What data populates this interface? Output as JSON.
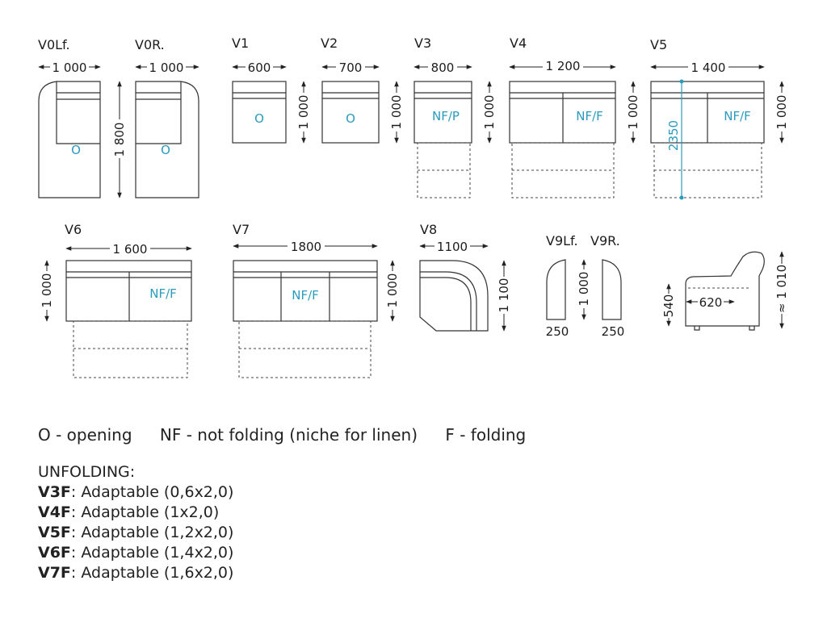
{
  "modules": {
    "v0lf": {
      "code": "V0Lf.",
      "width": "1 000",
      "mark": "O"
    },
    "v0r": {
      "code": "V0R.",
      "width": "1 000",
      "mark": "O"
    },
    "v0_depth": "1 800",
    "v1": {
      "code": "V1",
      "width": "600",
      "depth": "1 000",
      "mark": "O"
    },
    "v2": {
      "code": "V2",
      "width": "700",
      "depth": "1 000",
      "mark": "O"
    },
    "v3": {
      "code": "V3",
      "width": "800",
      "depth": "1 000",
      "mark": "NF/P"
    },
    "v4": {
      "code": "V4",
      "width": "1 200",
      "depth": "1 000",
      "mark": "NF/F"
    },
    "v5": {
      "code": "V5",
      "width": "1 400",
      "depth": "1 000",
      "mark": "NF/F",
      "extended": "2350"
    },
    "v6": {
      "code": "V6",
      "width": "1 600",
      "depth": "1 000",
      "mark": "NF/F"
    },
    "v7": {
      "code": "V7",
      "width": "1800",
      "depth": "1 000",
      "mark": "NF/F"
    },
    "v8": {
      "code": "V8",
      "width": "1100",
      "depth": "1 100"
    },
    "v9lf": {
      "code": "V9Lf.",
      "width": "250"
    },
    "v9r": {
      "code": "V9R.",
      "width": "250"
    },
    "v9_depth": "1 000",
    "side": {
      "seat_height": "540",
      "seat_depth": "620",
      "height": "≈ 1 010"
    }
  },
  "legend": [
    "O - opening",
    "NF - not folding (niche for linen)",
    "F - folding"
  ],
  "unfolding": {
    "title": "UNFOLDING:",
    "rows": [
      {
        "code": "V3F",
        "text": ": Adaptable (0,6x2,0)"
      },
      {
        "code": "V4F",
        "text": ": Adaptable (1x2,0)"
      },
      {
        "code": "V5F",
        "text": ": Adaptable (1,2x2,0)"
      },
      {
        "code": "V6F",
        "text": ": Adaptable (1,4x2,0)"
      },
      {
        "code": "V7F",
        "text": ": Adaptable (1,6x2,0)"
      }
    ]
  },
  "colors": {
    "accent": "#2a9bbd",
    "outline": "#333333",
    "text": "#1c1c1c"
  }
}
